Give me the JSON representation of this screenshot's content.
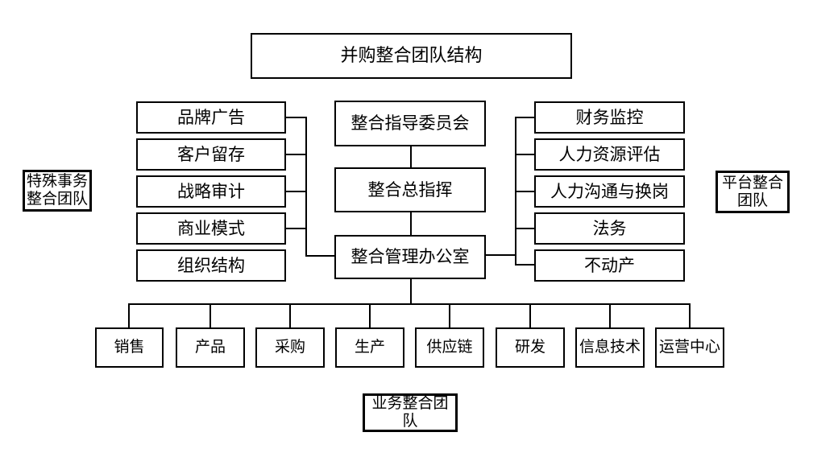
{
  "title": "并购整合团队结构",
  "center_column": {
    "nodes": [
      "整合指导委员会",
      "整合总指挥",
      "整合管理办公室"
    ]
  },
  "left_group": {
    "team_label_lines": [
      "特殊事务",
      "整合团队"
    ],
    "nodes": [
      "品牌广告",
      "客户留存",
      "战略审计",
      "商业模式",
      "组织结构"
    ]
  },
  "right_group": {
    "team_label_lines": [
      "平台整合",
      "团队"
    ],
    "nodes": [
      "财务监控",
      "人力资源评估",
      "人力沟通与换岗",
      "法务",
      "不动产"
    ]
  },
  "bottom_group": {
    "team_label": "业务整合团队",
    "nodes": [
      "销售",
      "产品",
      "采购",
      "生产",
      "供应链",
      "研发",
      "信息技术",
      "运营中心"
    ]
  },
  "colors": {
    "line": "#000000",
    "background": "#ffffff",
    "text": "#000000"
  }
}
